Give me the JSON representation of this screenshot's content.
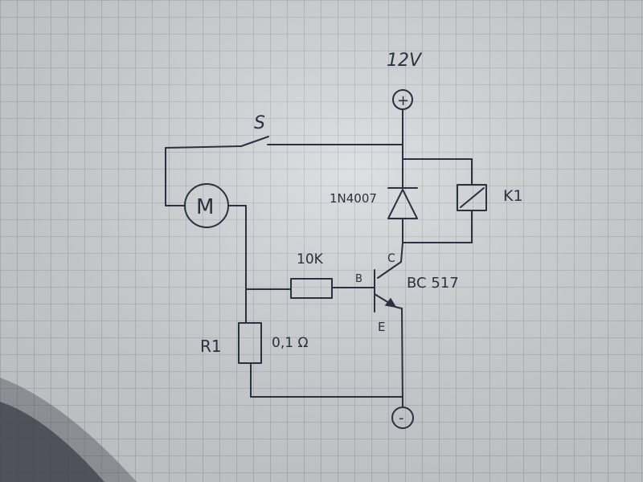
{
  "supply": {
    "voltage": "12V",
    "positive_symbol": "+",
    "negative_symbol": "-"
  },
  "switch": {
    "label": "S"
  },
  "motor": {
    "label": "M"
  },
  "diode": {
    "label": "1N4007"
  },
  "relay": {
    "label": "K1"
  },
  "base_resistor": {
    "label": "10K"
  },
  "transistor": {
    "part": "BC 517",
    "collector": "C",
    "base": "B",
    "emitter": "E"
  },
  "sense_resistor": {
    "label": "R1",
    "value": "0,1 Ω"
  },
  "colors": {
    "paper": "#d3d5d9",
    "grid": "#7d8796",
    "ink": "#2a3140",
    "shadow": "#3c4048"
  }
}
